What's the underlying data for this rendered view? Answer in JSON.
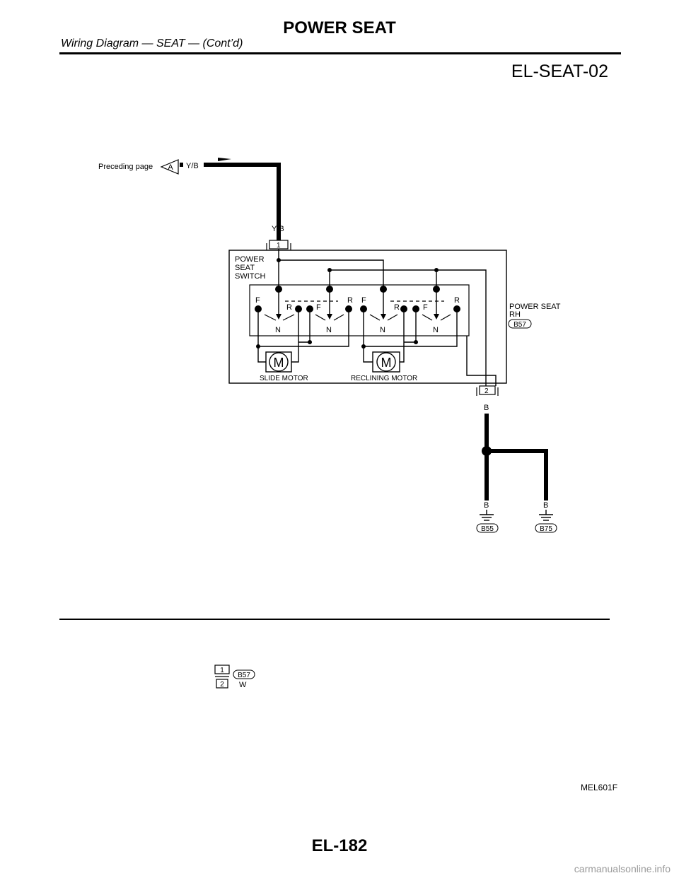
{
  "header": {
    "title": "POWER SEAT",
    "subtitle": "Wiring Diagram — SEAT — (Cont’d)"
  },
  "diagram_code": "EL-SEAT-02",
  "diagram": {
    "preceding_label": "Preceding page",
    "connector_ref": "A",
    "wire_color_in": "Y/B",
    "wire_color_out": "B",
    "switch_label": [
      "POWER",
      "SEAT",
      "SWITCH"
    ],
    "pin_top": "1",
    "pin_bottom": "2",
    "unit_label": [
      "POWER SEAT",
      "RH"
    ],
    "unit_connector": "B57",
    "slide_motor": "SLIDE MOTOR",
    "reclining_motor": "RECLINING MOTOR",
    "motor_symbol": "M",
    "pos_forward": "F",
    "pos_rear": "R",
    "pos_neutral": "N",
    "ground_left": "B55",
    "ground_right": "B75",
    "connector_face": {
      "code": "B57",
      "color": "W",
      "pins": [
        "1",
        "2"
      ]
    }
  },
  "figure_code": "MEL601F",
  "page_number": "EL-182",
  "watermark": "carmanualsonline.info",
  "colors": {
    "ink": "#000000",
    "watermark": "#9a9a9a"
  }
}
